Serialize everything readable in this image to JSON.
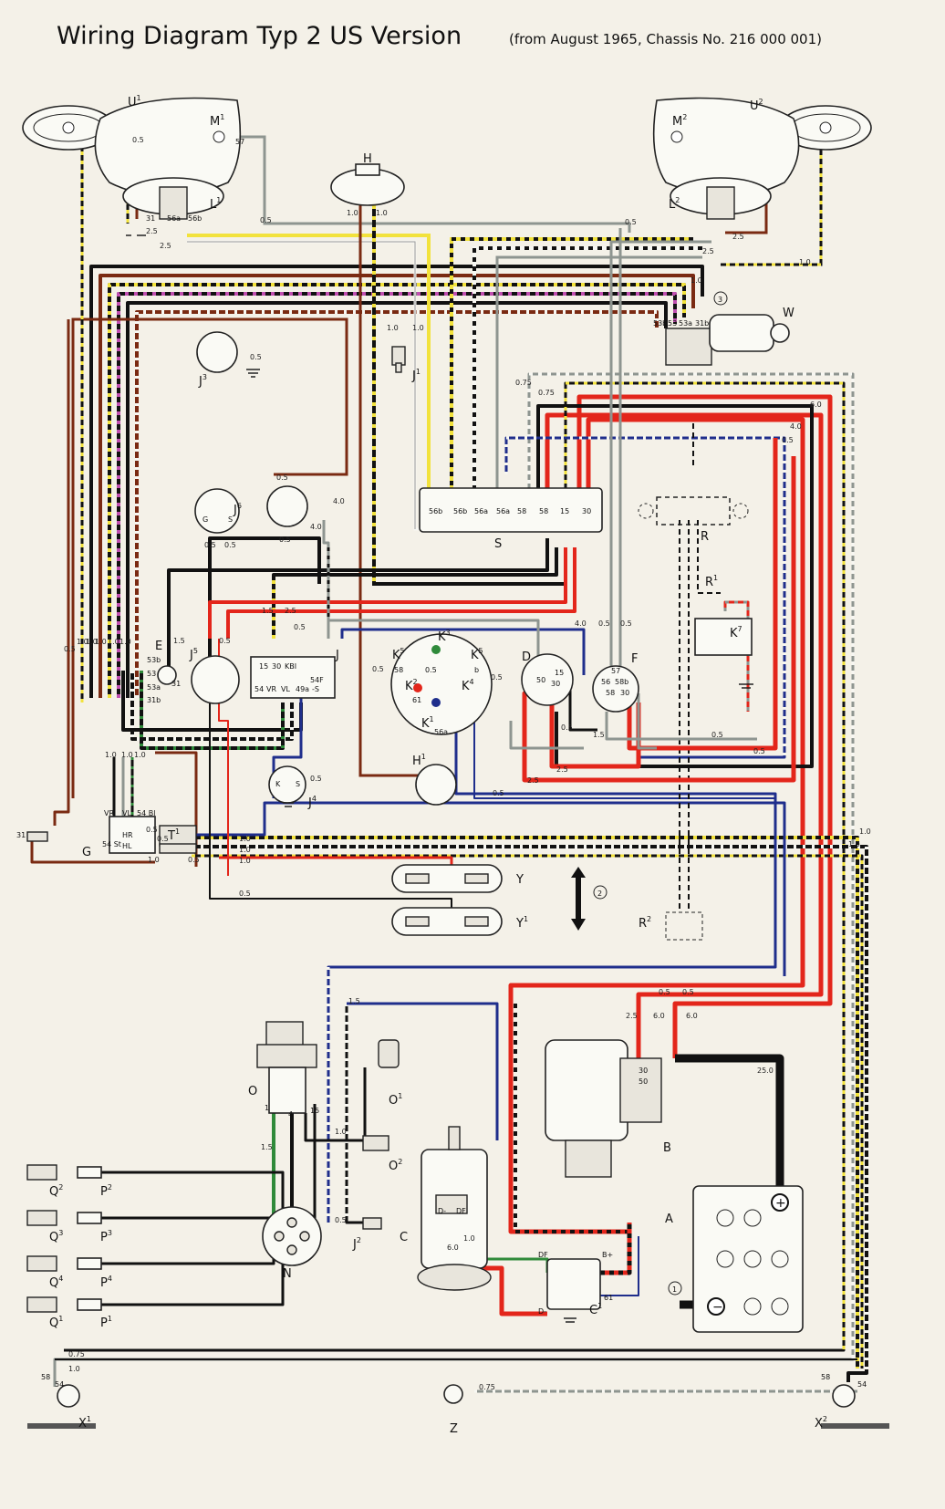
{
  "title": {
    "main": "Wiring Diagram Typ 2 US Version",
    "sub": "(from August 1965, Chassis No. 216 000 001)"
  },
  "colors": {
    "black": "#111111",
    "brown": "#7a2a12",
    "red": "#e3261b",
    "yellow": "#f2e23c",
    "blue": "#1f2e8c",
    "green": "#2f8a3a",
    "grey": "#8e9590",
    "white": "#f7f7f2",
    "violet": "#c04fb0",
    "paper": "#f4f1e8"
  },
  "components": {
    "U1": {
      "code": "U",
      "sup": "1"
    },
    "U2": {
      "code": "U",
      "sup": "2"
    },
    "M1": {
      "code": "M",
      "sup": "1"
    },
    "M2": {
      "code": "M",
      "sup": "2"
    },
    "L1": {
      "code": "L",
      "sup": "1"
    },
    "L2": {
      "code": "L",
      "sup": "2"
    },
    "H": {
      "code": "H",
      "sup": ""
    },
    "H1": {
      "code": "H",
      "sup": "1"
    },
    "W": {
      "code": "W",
      "sup": ""
    },
    "J": {
      "code": "J",
      "sup": ""
    },
    "J1": {
      "code": "J",
      "sup": "1"
    },
    "J2": {
      "code": "J",
      "sup": "2"
    },
    "J3": {
      "code": "J",
      "sup": "3"
    },
    "J4": {
      "code": "J",
      "sup": "4"
    },
    "J5": {
      "code": "J",
      "sup": "5"
    },
    "J6": {
      "code": "J",
      "sup": "6"
    },
    "S": {
      "code": "S",
      "sup": ""
    },
    "R": {
      "code": "R",
      "sup": ""
    },
    "R1": {
      "code": "R",
      "sup": "1"
    },
    "R2": {
      "code": "R",
      "sup": "2"
    },
    "E": {
      "code": "E",
      "sup": ""
    },
    "D": {
      "code": "D",
      "sup": ""
    },
    "F": {
      "code": "F",
      "sup": ""
    },
    "K1": {
      "code": "K",
      "sup": "1"
    },
    "K2": {
      "code": "K",
      "sup": "2"
    },
    "K3": {
      "code": "K",
      "sup": "3"
    },
    "K4": {
      "code": "K",
      "sup": "4"
    },
    "K5": {
      "code": "K",
      "sup": "5"
    },
    "K7": {
      "code": "K",
      "sup": "7"
    },
    "G": {
      "code": "G",
      "sup": ""
    },
    "T1": {
      "code": "T",
      "sup": "1"
    },
    "Y": {
      "code": "Y",
      "sup": ""
    },
    "Y1": {
      "code": "Y",
      "sup": "1"
    },
    "O": {
      "code": "O",
      "sup": ""
    },
    "O1": {
      "code": "O",
      "sup": "1"
    },
    "O2": {
      "code": "O",
      "sup": "2"
    },
    "B": {
      "code": "B",
      "sup": ""
    },
    "A": {
      "code": "A",
      "sup": ""
    },
    "C": {
      "code": "C",
      "sup": ""
    },
    "C1": {
      "code": "C",
      "sup": "1"
    },
    "N": {
      "code": "N",
      "sup": ""
    },
    "Q1": {
      "code": "Q",
      "sup": "1"
    },
    "Q2": {
      "code": "Q",
      "sup": "2"
    },
    "Q3": {
      "code": "Q",
      "sup": "3"
    },
    "Q4": {
      "code": "Q",
      "sup": "4"
    },
    "P1": {
      "code": "P",
      "sup": "1"
    },
    "P2": {
      "code": "P",
      "sup": "2"
    },
    "P3": {
      "code": "P",
      "sup": "3"
    },
    "P4": {
      "code": "P",
      "sup": "4"
    },
    "X1": {
      "code": "X",
      "sup": "1"
    },
    "X2": {
      "code": "X",
      "sup": "2"
    },
    "Z": {
      "code": "Z",
      "sup": ""
    }
  },
  "markers": [
    "1",
    "2",
    "3"
  ],
  "wire_gauges": [
    "0.5",
    "0.75",
    "1.0",
    "1.5",
    "2.5",
    "4.0",
    "6.0",
    "25.0"
  ],
  "fuse_terminals": [
    "56b",
    "56b",
    "56a",
    "56a",
    "58",
    "58",
    "15",
    "30"
  ],
  "terminal_labels": {
    "light_switch": [
      "53b",
      "53",
      "53a",
      "31",
      "31b"
    ],
    "relay_J": [
      "15",
      "30",
      "KBI",
      "54",
      "VR",
      "VL",
      "49a",
      "-S",
      "54F"
    ],
    "wiper_W": [
      "53b",
      "53",
      "53a",
      "31b"
    ],
    "ignition_D": [
      "50",
      "30",
      "15"
    ],
    "switch_F": [
      "57",
      "56",
      "58b",
      "58",
      "30"
    ],
    "combo_G": [
      "VR",
      "VL",
      "54 Bl",
      "HR",
      "HL",
      "54 St"
    ],
    "dimmer_J6": [
      "G",
      "S"
    ],
    "brake_J4": [
      "K",
      "S"
    ],
    "dash_K": [
      "58",
      "b",
      "0.5",
      "61",
      "56a"
    ],
    "starter_B": [
      "30",
      "50"
    ],
    "gen_C": [
      "D-",
      "DF"
    ],
    "reg_C1": [
      "DF",
      "B+",
      "D-",
      "61"
    ],
    "coil_O": [
      "1",
      "4",
      "15"
    ],
    "rear_light": [
      "58",
      "54"
    ],
    "switch_J5_pin": [
      "31"
    ],
    "u_left": [
      "31",
      "56a",
      "56b",
      "57"
    ]
  }
}
